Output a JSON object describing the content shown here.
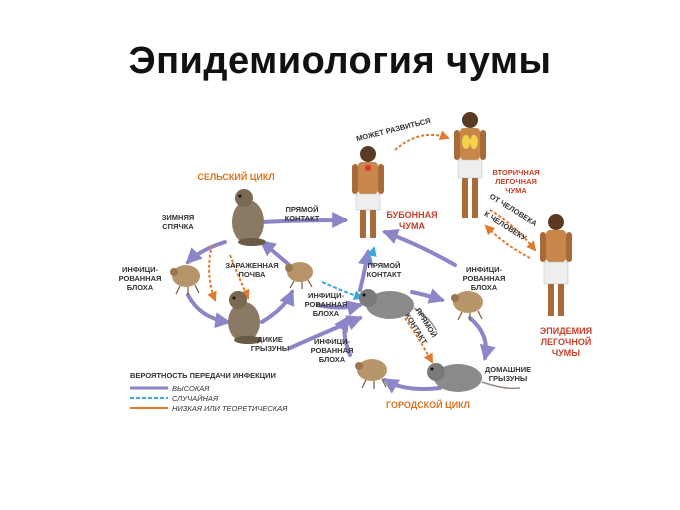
{
  "title": "Эпидемиология чумы",
  "labels": {
    "rural_cycle": "СЕЛЬСКИЙ ЦИКЛ",
    "urban_cycle": "ГОРОДСКОЙ ЦИКЛ",
    "hibernation_1": "ЗИМНЯЯ",
    "hibernation_2": "СПЯЧКА",
    "direct_contact_1": "ПРЯМОЙ",
    "direct_contact_2": "КОНТАКТ",
    "infected_flea_1": "ИНФИЦИ-",
    "infected_flea_2": "РОВАННАЯ",
    "infected_flea_3": "БЛОХА",
    "contaminated_soil_1": "ЗАРАЖЕННАЯ",
    "contaminated_soil_2": "ПОЧВА",
    "wild_rodents_1": "ДИКИЕ",
    "wild_rodents_2": "ГРЫЗУНЫ",
    "bubonic_1": "БУБОННАЯ",
    "bubonic_2": "ЧУМА",
    "may_develop": "МОЖЕТ РАЗВИТЬСЯ",
    "secondary_1": "ВТОРИЧНАЯ",
    "secondary_2": "ЛЕГОЧНАЯ",
    "secondary_3": "ЧУМА",
    "from_human": "ОТ ЧЕЛОВЕКА",
    "to_human": "К ЧЕЛОВЕКУ",
    "epidemic_1": "ЭПИДЕМИЯ",
    "epidemic_2": "ЛЕГОЧНОЙ",
    "epidemic_3": "ЧУМЫ",
    "domestic_1": "ДОМАШНИЕ",
    "domestic_2": "ГРЫЗУНЫ"
  },
  "legend": {
    "title": "ВЕРОЯТНОСТЬ ПЕРЕДАЧИ ИНФЕКЦИИ",
    "high": "ВЫСОКАЯ",
    "random": "СЛУЧАЙНАЯ",
    "low": "НИЗКАЯ ИЛИ ТЕОРЕТИЧЕСКАЯ"
  },
  "colors": {
    "high": "#8a86c8",
    "random": "#3aa9d8",
    "low": "#e07a2e",
    "red_text": "#c8402a",
    "orange_text": "#d8731c"
  }
}
